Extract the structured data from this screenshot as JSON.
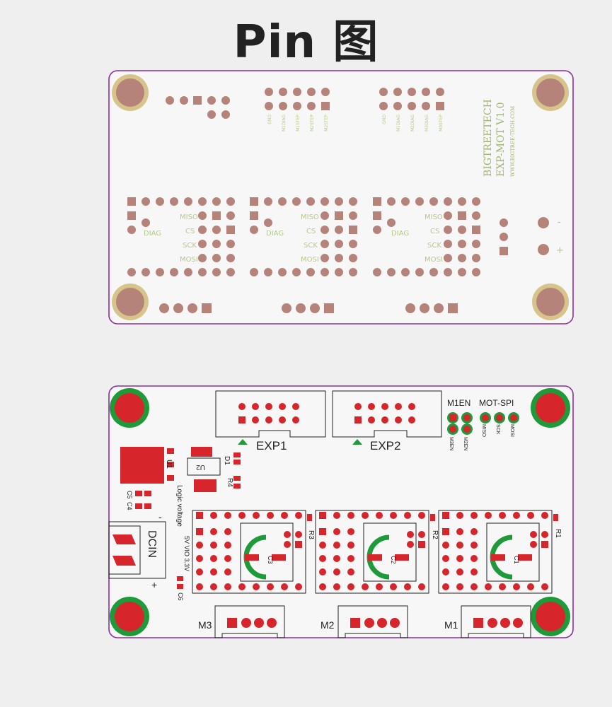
{
  "title": "Pin 图",
  "colors": {
    "background": "#efefef",
    "board_fill": "#f7f7f7",
    "board_outline": "#8b2f9c",
    "pad": "#b5837a",
    "pad_border": "#d7c7c0",
    "mount_ring": "#d6c48a",
    "silk_top": "#b6c987",
    "copper": "#d6252b",
    "mask_green": "#1e9a3a",
    "silk_bottom": "#222222"
  },
  "top_board": {
    "brand": "BIGTREETECH",
    "model": "EXP-MOT V1.0",
    "url": "WWW.BIGTREE-TECH.COM",
    "header_left_labels": [
      "GND",
      "M1DIAG",
      "M1STEP",
      "M2STEP",
      "M2STEP"
    ],
    "header_right_labels": [
      "GND",
      "M1DIAG",
      "M2DIAG",
      "M3DIAG",
      "M3STEP"
    ],
    "spi_labels": [
      "MISO",
      "CS",
      "SCK",
      "MOSI"
    ],
    "diag_label": "DIAG",
    "power_labels": [
      "-",
      "+"
    ]
  },
  "bottom_board": {
    "connectors": [
      "EXP1",
      "EXP2"
    ],
    "header_labels": [
      "M1EN",
      "MOT-SPI"
    ],
    "spi_small": [
      "M3EN",
      "M2EN",
      "MISO",
      "SCK",
      "MOSI"
    ],
    "power_in": "DCIN",
    "plus_sign": "+",
    "minus_sign": "-",
    "logic_voltage": "Logic voltage",
    "voltage_options": "5V  VIO  3.3V",
    "components": [
      "U1",
      "U2",
      "D1",
      "R4",
      "C5",
      "C4",
      "C6",
      "R3",
      "R2",
      "R1",
      "C3",
      "C2",
      "C1"
    ],
    "motors": [
      "M3",
      "M2",
      "M1"
    ]
  }
}
